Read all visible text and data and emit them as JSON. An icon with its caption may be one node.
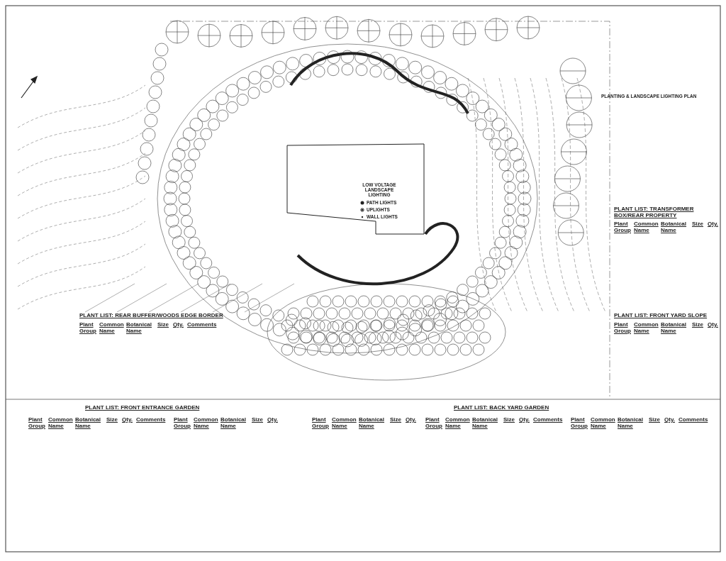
{
  "diagram": {
    "labels": [
      "PLANTING & LANDSCAPE LIGHTING PLAN",
      "LOW VOLTAGE LANDSCAPE LIGHTING",
      "PLANT LIST: TRANSFORMER BOX/REAR PROPERTY",
      "Plant Group",
      "Common Name",
      "Botanical Name",
      "Size",
      "Qty.",
      "PLANT LIST: REAR BUFFER/WOODS EDGE BORDER",
      "Plant Group",
      "Common Name",
      "Botanical Name",
      "Size",
      "Qty.",
      "Comments",
      "PLANT LIST: FRONT YARD SLOPE",
      "Plant Group",
      "Common Name",
      "Botanical Name",
      "Size",
      "Qty.",
      "PLANT LIST: FRONT ENTRANCE GARDEN",
      "Plant Group",
      "Common Name",
      "Botanical Name",
      "Size",
      "Qty.",
      "Comments",
      "Plant Group",
      "Common Name",
      "Botanical Name",
      "Size",
      "Qty.",
      "PLANT LIST: BACK YARD GARDEN",
      "Plant Group",
      "Common Name",
      "Botanical Name",
      "Size",
      "Qty.",
      "Plant Group",
      "Common Name",
      "Botanical Name",
      "Size",
      "Qty.",
      "Comments",
      "Plant Group",
      "Common Name",
      "Botanical Name",
      "Size",
      "Qty.",
      "Comments"
    ],
    "legend": [
      {
        "text": "PATH LIGHTS"
      },
      {
        "text": "UPLIGHTS"
      },
      {
        "text": "WALL LIGHTS"
      }
    ]
  }
}
